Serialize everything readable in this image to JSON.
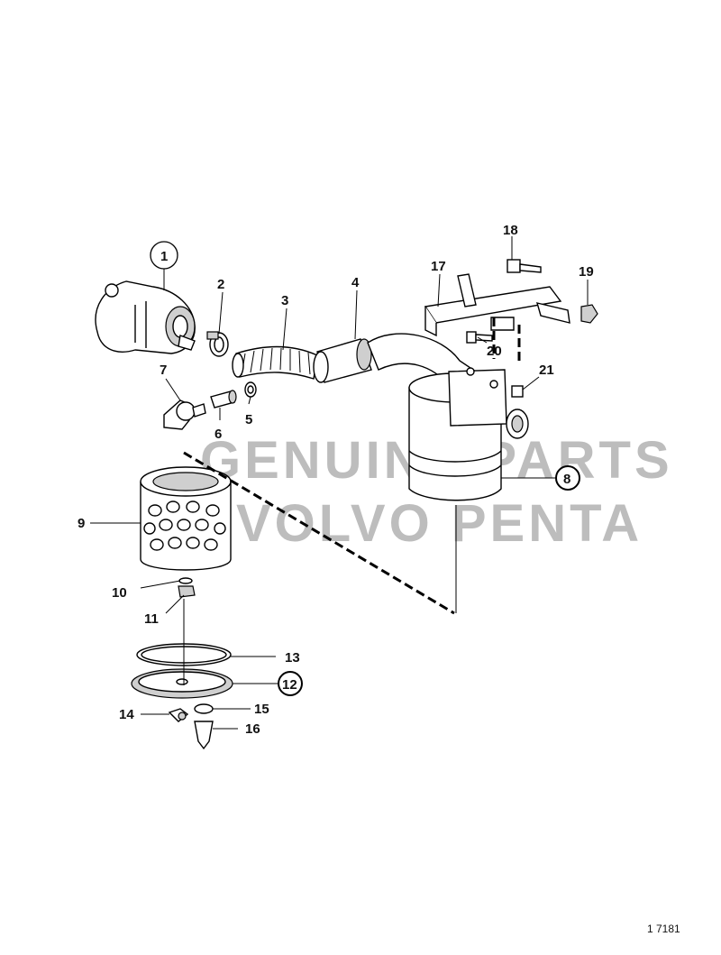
{
  "diagram": {
    "labels": [
      {
        "id": "1",
        "circled": true
      },
      {
        "id": "2"
      },
      {
        "id": "3"
      },
      {
        "id": "4"
      },
      {
        "id": "5"
      },
      {
        "id": "6"
      },
      {
        "id": "7"
      },
      {
        "id": "8",
        "circled": true
      },
      {
        "id": "9"
      },
      {
        "id": "10"
      },
      {
        "id": "11"
      },
      {
        "id": "12",
        "circled": true
      },
      {
        "id": "13"
      },
      {
        "id": "14"
      },
      {
        "id": "15"
      },
      {
        "id": "16"
      },
      {
        "id": "17"
      },
      {
        "id": "18"
      },
      {
        "id": "19"
      },
      {
        "id": "20"
      },
      {
        "id": "21"
      }
    ],
    "drawing_number": "1 7181",
    "watermark": [
      "GENUINE PARTS",
      "VOLVO PENTA"
    ]
  }
}
